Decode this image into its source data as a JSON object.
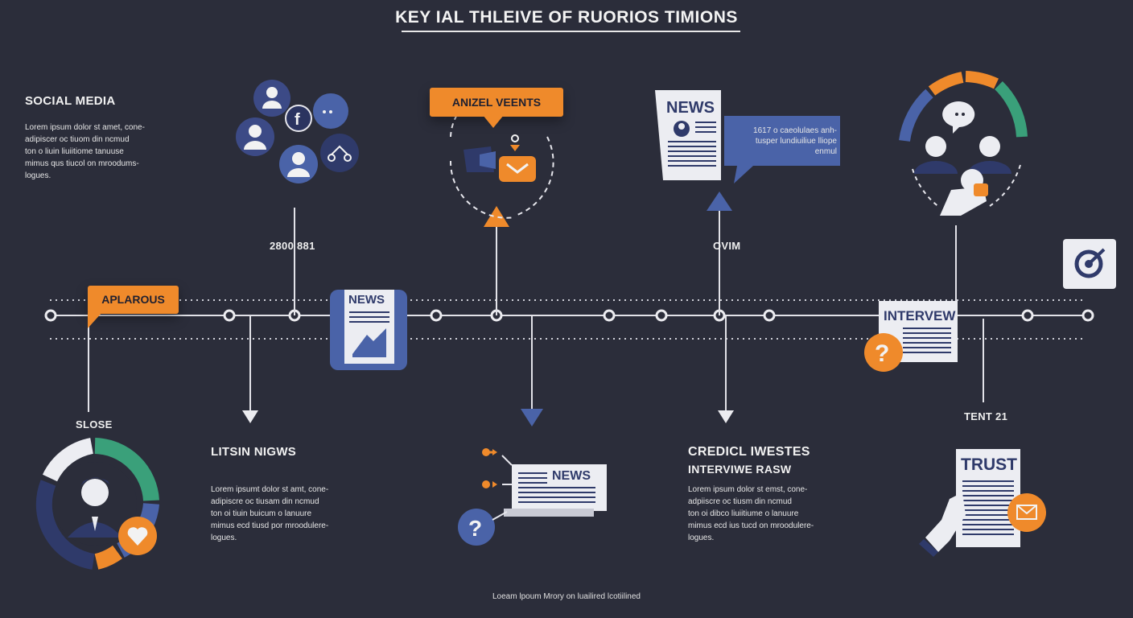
{
  "title": "KEY IAL THLEIVE OF RUORIOS TIMIONS",
  "social_media": {
    "heading": "SOCIAL MEDIA",
    "body": "Lorem ipsum dolor st amet, cone-\nadipiscer   oc  tiuom din  ncmud\nton  o  liuin  liuiitiome  tanuuse\nmimus  qus  tiucol on mroodums-\nlogues."
  },
  "callouts": {
    "aplarous": "APLAROUS",
    "anizel_vents": "ANIZEL VEENTS"
  },
  "markers": {
    "m1": "2800 881",
    "m2": "OVIM",
    "m3": "SLOSE",
    "m4": "TENT 21"
  },
  "news_bubble": "1617 o caeolulaes anh-\ntusper  lundiuiliue  lliope\nenmul",
  "cards": {
    "news": "NEWS",
    "interview": "INTERVEW",
    "trust": "TRUST"
  },
  "listen_news": {
    "heading": "LITSIN NIGWS",
    "body": "Lorem ipsumt dolor st amt, cone-\nadipiscre   oc  tiusam  din  ncmud\nton  oi  tiuin  buicum  o  lanuure\nmimus  ecd  tiusd  por  mroodulere-\nlogues."
  },
  "credible": {
    "heading1": "CREDICL IWESTES",
    "heading2": "INTERVIWE RASW",
    "body": "Lorem ipsum dolor st emst, cone-\nadpiiscre   oc  tiusm  din  ncmud\nton  oi  dibco  liuiitiume  o  lanuure\nmimus  ecd  ius  tucd  on  mroodulere-\nlogues."
  },
  "footer": "Loeam  lpoum  Mrory  on  luailired  lcotiilined",
  "colors": {
    "background": "#2b2d3a",
    "accent_orange": "#ef8a2b",
    "accent_blue": "#4a63a8",
    "dark_navy": "#2f3a6a",
    "paper": "#ecedf2",
    "line": "#dcdce2",
    "green": "#3aa07a"
  },
  "icons": [
    "facebook-icon",
    "user-icon",
    "chat-icon",
    "share-icon",
    "megaphone-icon",
    "newspaper-icon",
    "question-icon",
    "heart-icon",
    "target-icon",
    "mail-icon",
    "handshake-icon"
  ]
}
